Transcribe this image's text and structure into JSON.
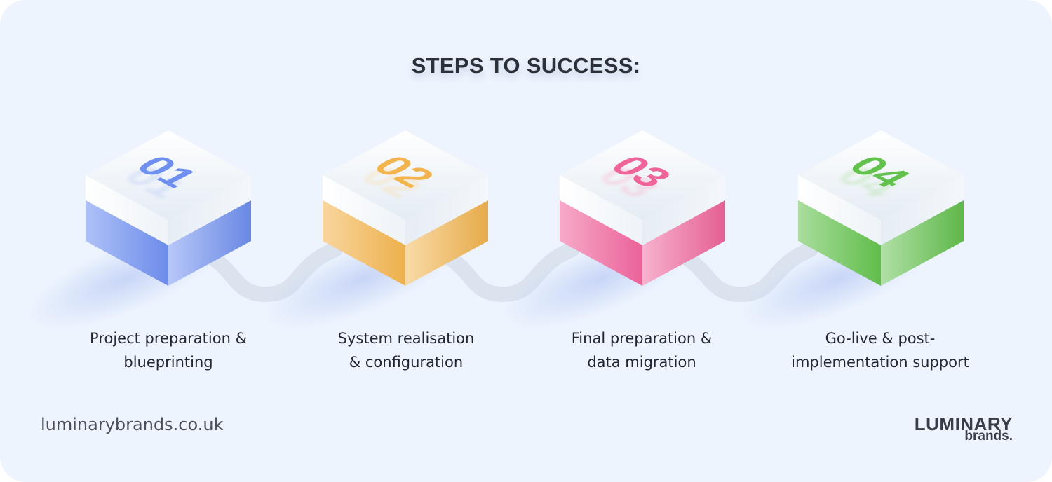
{
  "title": "STEPS TO SUCCESS:",
  "steps": [
    {
      "number": "01",
      "label_line1": "Project preparation &",
      "label_line2": "blueprinting",
      "color": "#6e8ff0"
    },
    {
      "number": "02",
      "label_line1": "System realisation",
      "label_line2": "& configuration",
      "color": "#f2b44e"
    },
    {
      "number": "03",
      "label_line1": "Final preparation &",
      "label_line2": "data migration",
      "color": "#f0649c"
    },
    {
      "number": "04",
      "label_line1": "Go-live & post-",
      "label_line2": "implementation support",
      "color": "#63c14d"
    }
  ],
  "footer": {
    "website": "luminarybrands.co.uk",
    "logo_top": "LUMINARY",
    "logo_bottom": "brands."
  }
}
